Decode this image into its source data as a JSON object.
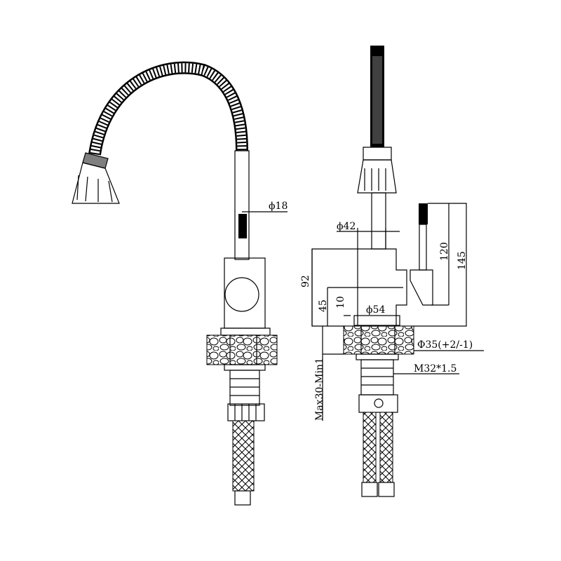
{
  "dimensions": {
    "spout_tube_diameter": "ϕ18",
    "body_diameter": "ϕ42",
    "base_diameter": "ϕ54",
    "body_height": "92",
    "lever_height": "45",
    "base_height": "10",
    "handle_height": "120",
    "handle_total_height": "145",
    "hole_diameter": "Φ35(+2/-1)",
    "thread": "M32*1.5",
    "counter_thickness": "Max30-Min1"
  },
  "colors": {
    "line": "#000000",
    "background": "#ffffff"
  }
}
